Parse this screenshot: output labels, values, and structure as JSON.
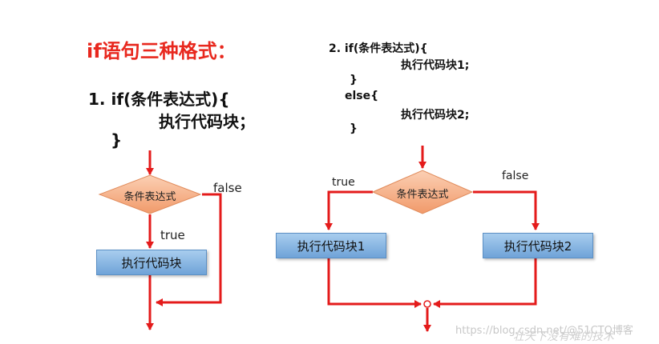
{
  "title": "if语句三种格式：",
  "format1": {
    "line1": "1.  if(条件表达式){",
    "line2": "执行代码块；",
    "line3": "}"
  },
  "format2": {
    "line1": "2.  if(条件表达式){",
    "line2": "执行代码块1;",
    "line3": "}",
    "line4": "else{",
    "line5": "执行代码块2;",
    "line6": "}"
  },
  "diagram1": {
    "condition": "条件表达式",
    "true_label": "true",
    "false_label": "false",
    "block": "执行代码块"
  },
  "diagram2": {
    "condition": "条件表达式",
    "true_label": "true",
    "false_label": "false",
    "block1": "执行代码块1",
    "block2": "执行代码块2"
  },
  "watermark": {
    "url": "https://blog.csdn.net/@51CTO博客",
    "handwriting": "壮天下没有难的技术"
  },
  "colors": {
    "arrow": "#e41b1b",
    "diamond_fill": "#f5b08a",
    "box_fill": "#8dbbe6",
    "title": "#e8281e"
  }
}
